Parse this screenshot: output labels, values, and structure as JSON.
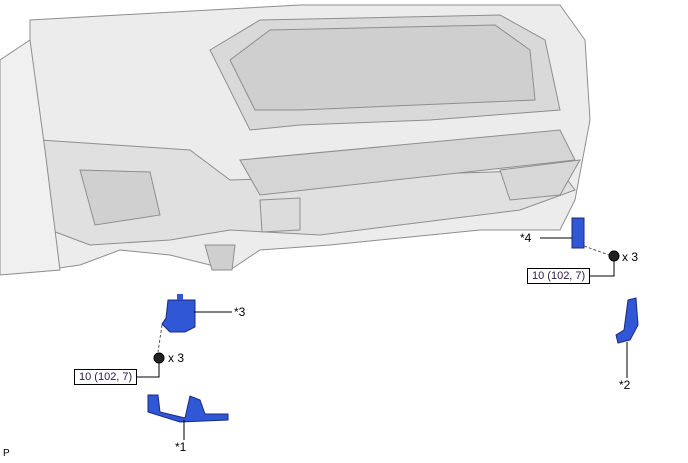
{
  "parts": [
    {
      "id": "*1"
    },
    {
      "id": "*2"
    },
    {
      "id": "*3"
    },
    {
      "id": "*4"
    }
  ],
  "fasteners": [
    {
      "torque": "10 (102, 7)",
      "quantity": "x 3"
    },
    {
      "torque": "10 (102, 7)",
      "quantity": "x 3"
    }
  ],
  "view_marker": "P",
  "colors": {
    "part": "#2f57d6",
    "part_dark": "#1a2a80",
    "vehicle": "#e6e6e6",
    "vehicle_line": "#9a9a9a"
  }
}
